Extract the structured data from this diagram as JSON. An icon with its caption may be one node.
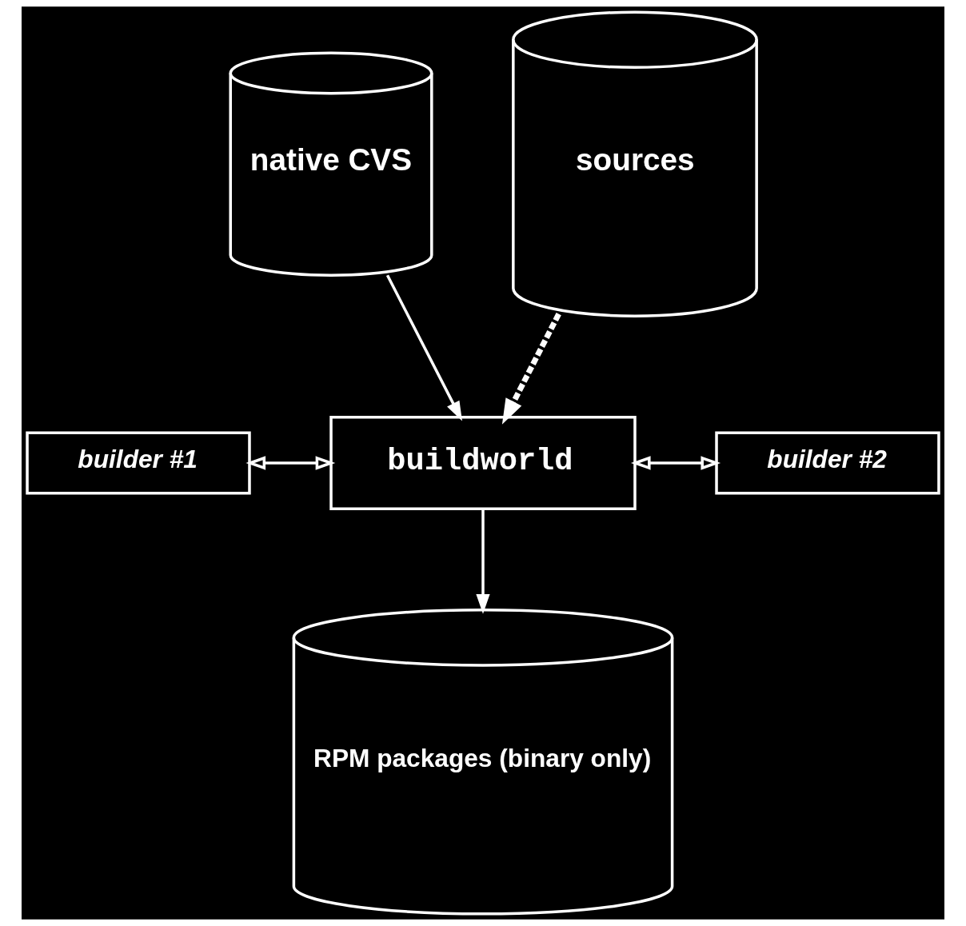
{
  "diagram": {
    "nodes": [
      {
        "text": [
          "native CVS"
        ]
      },
      {
        "text": [
          "sources"
        ]
      },
      {
        "text": [
          "buildworld"
        ]
      },
      {
        "text": [
          "builder #1"
        ]
      },
      {
        "text": [
          "builder #2"
        ]
      },
      {
        "text": [
          "RPM packages (binary only)"
        ]
      }
    ],
    "edges": [
      {
        "from": 0,
        "to": 2,
        "arrow": "to"
      },
      {
        "from": 1,
        "to": 2,
        "arrow": "to",
        "style": "dashed"
      },
      {
        "from": 3,
        "to": 2,
        "arrow": "both"
      },
      {
        "from": 4,
        "to": 2,
        "arrow": "both"
      },
      {
        "from": 2,
        "to": 5,
        "arrow": "to"
      }
    ]
  }
}
